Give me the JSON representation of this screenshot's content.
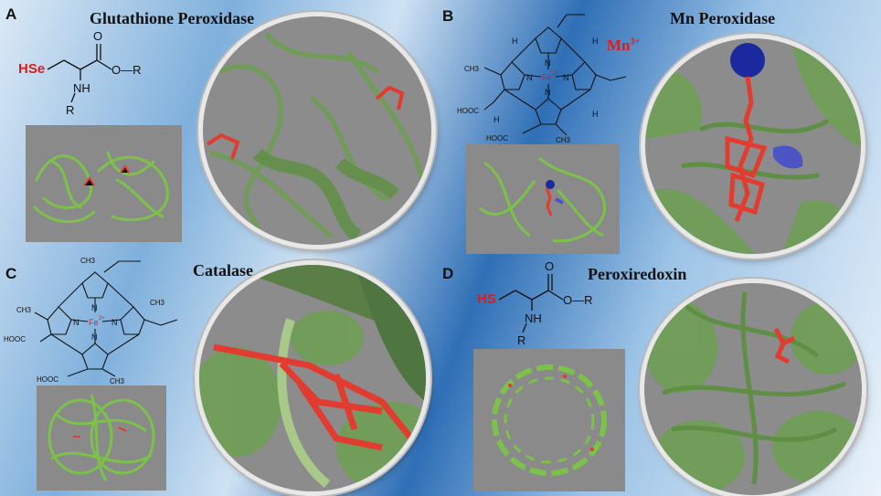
{
  "panels": {
    "a": {
      "letter": "A",
      "title": "Glutathione Peroxidase",
      "formula": {
        "hetero": "HSe",
        "amine": "NH",
        "r1": "R",
        "carbonyl_o": "O",
        "ester": "O—R"
      }
    },
    "b": {
      "letter": "B",
      "title": "Mn Peroxidase",
      "metal": "Mn",
      "metal_charge": "3+",
      "porphyrin": {
        "center": "Fe",
        "center_charge": "2+",
        "n": "N",
        "h": "H",
        "methyl": "CH3",
        "acid": "HOOC"
      }
    },
    "c": {
      "letter": "C",
      "title": "Catalase",
      "porphyrin": {
        "center": "Fe",
        "center_charge": "2+",
        "n": "N",
        "methyl": "CH3",
        "acid": "HOOC"
      }
    },
    "d": {
      "letter": "D",
      "title": "Peroxiredoxin",
      "formula": {
        "hetero": "HS",
        "amine": "NH",
        "r1": "R",
        "carbonyl_o": "O",
        "ester": "O—R"
      }
    }
  },
  "colors": {
    "protein": "#6f9e55",
    "ligand": "#e23b2f",
    "heteroatom": "#e01b1b",
    "metal_sphere": "#1a2a9e",
    "ring": "#e8e8e8",
    "background": "#2f6fb6"
  }
}
